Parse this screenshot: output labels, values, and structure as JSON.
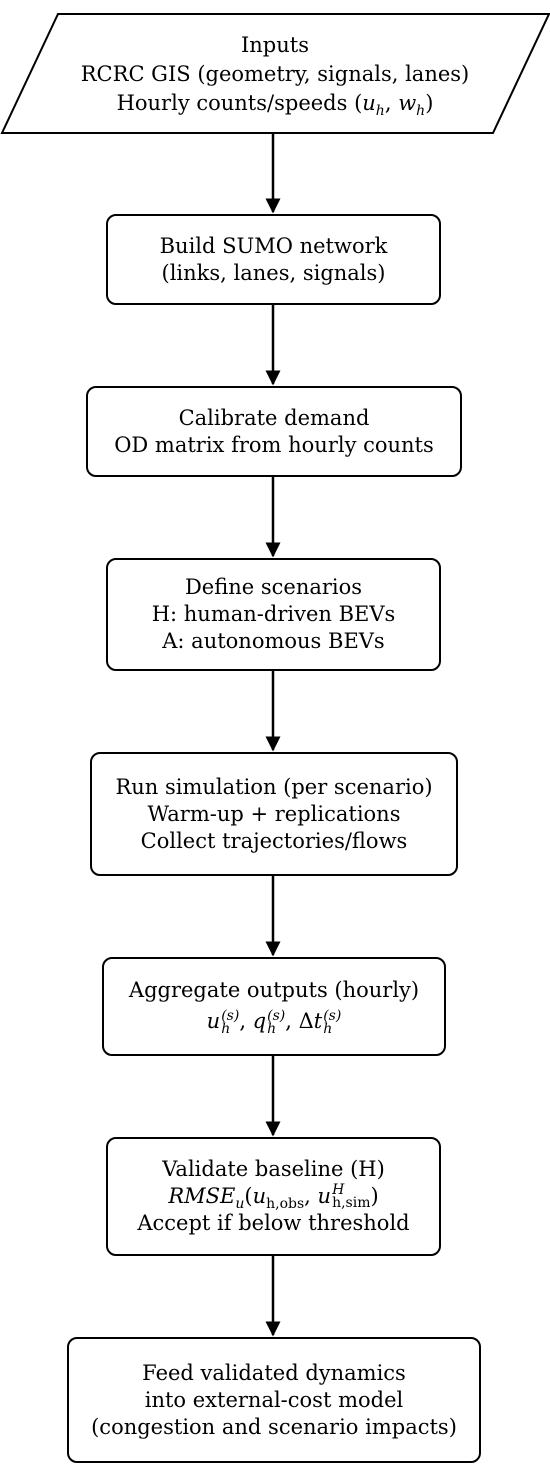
{
  "nodes": {
    "inputs": {
      "line1": "Inputs",
      "line2": "RCRC GIS (geometry, signals, lanes)",
      "line3": {
        "text": "Hourly counts/speeds (",
        "u": "u",
        "h1": "h",
        "sep": ", ",
        "w": "w",
        "h2": "h",
        "close": ")"
      }
    },
    "build": {
      "line1": "Build SUMO network",
      "line2": "(links, lanes, signals)"
    },
    "calibrate": {
      "line1": "Calibrate demand",
      "line2": "OD matrix from hourly counts"
    },
    "define": {
      "line1": "Define scenarios",
      "line2": "H: human-driven BEVs",
      "line3": "A: autonomous BEVs"
    },
    "run": {
      "line1": "Run simulation (per scenario)",
      "line2": "Warm-up + replications",
      "line3": "Collect trajectories/flows"
    },
    "aggregate": {
      "line1": "Aggregate outputs (hourly)",
      "formula": {
        "u": "u",
        "q": "q",
        "delta": "Δ",
        "t": "t",
        "h": "h",
        "s": "(s)",
        "sep": ", "
      }
    },
    "validate": {
      "line1": "Validate baseline (H)",
      "formula": {
        "rmse": "RMSE",
        "sub_u": "u",
        "open": "(",
        "u1": "u",
        "sub1": "h,obs",
        "sep": ", ",
        "u2": "u",
        "sup2": "H",
        "sub2": "h,sim",
        "close": ")"
      },
      "line3": "Accept if below threshold"
    },
    "feed": {
      "line1": "Feed validated dynamics",
      "line2": "into external-cost model",
      "line3": "(congestion and scenario impacts)"
    }
  },
  "colors": {
    "stroke": "#000000",
    "fill": "#ffffff",
    "text": "#000000"
  }
}
